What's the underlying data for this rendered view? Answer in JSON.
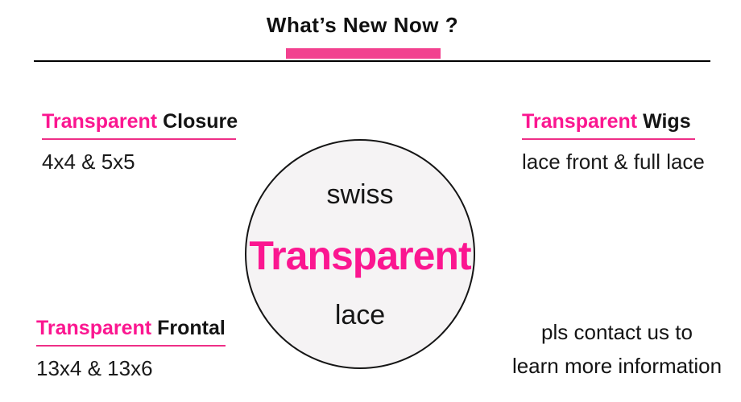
{
  "title": "What’s New Now ?",
  "colors": {
    "accent_pink_text": "#fb1690",
    "accent_pink_bar": "#f2418f",
    "underline_pink": "#ee2f87",
    "circle_fill": "#f5f3f4",
    "text_black": "#141414"
  },
  "sections": {
    "top_left": {
      "heading_accent": "Transparent",
      "heading_rest": "Closure",
      "subtitle": "4x4 & 5x5"
    },
    "top_right": {
      "heading_accent": "Transparent",
      "heading_rest": "Wigs",
      "subtitle": "lace front & full lace"
    },
    "bottom_left": {
      "heading_accent": "Transparent",
      "heading_rest": "Frontal",
      "subtitle": "13x4 & 13x6"
    },
    "bottom_right": {
      "line1": "pls contact us to",
      "line2": "learn more information"
    }
  },
  "circle": {
    "word_top": "swiss",
    "word_main": "Transparent",
    "word_bottom": "lace"
  }
}
